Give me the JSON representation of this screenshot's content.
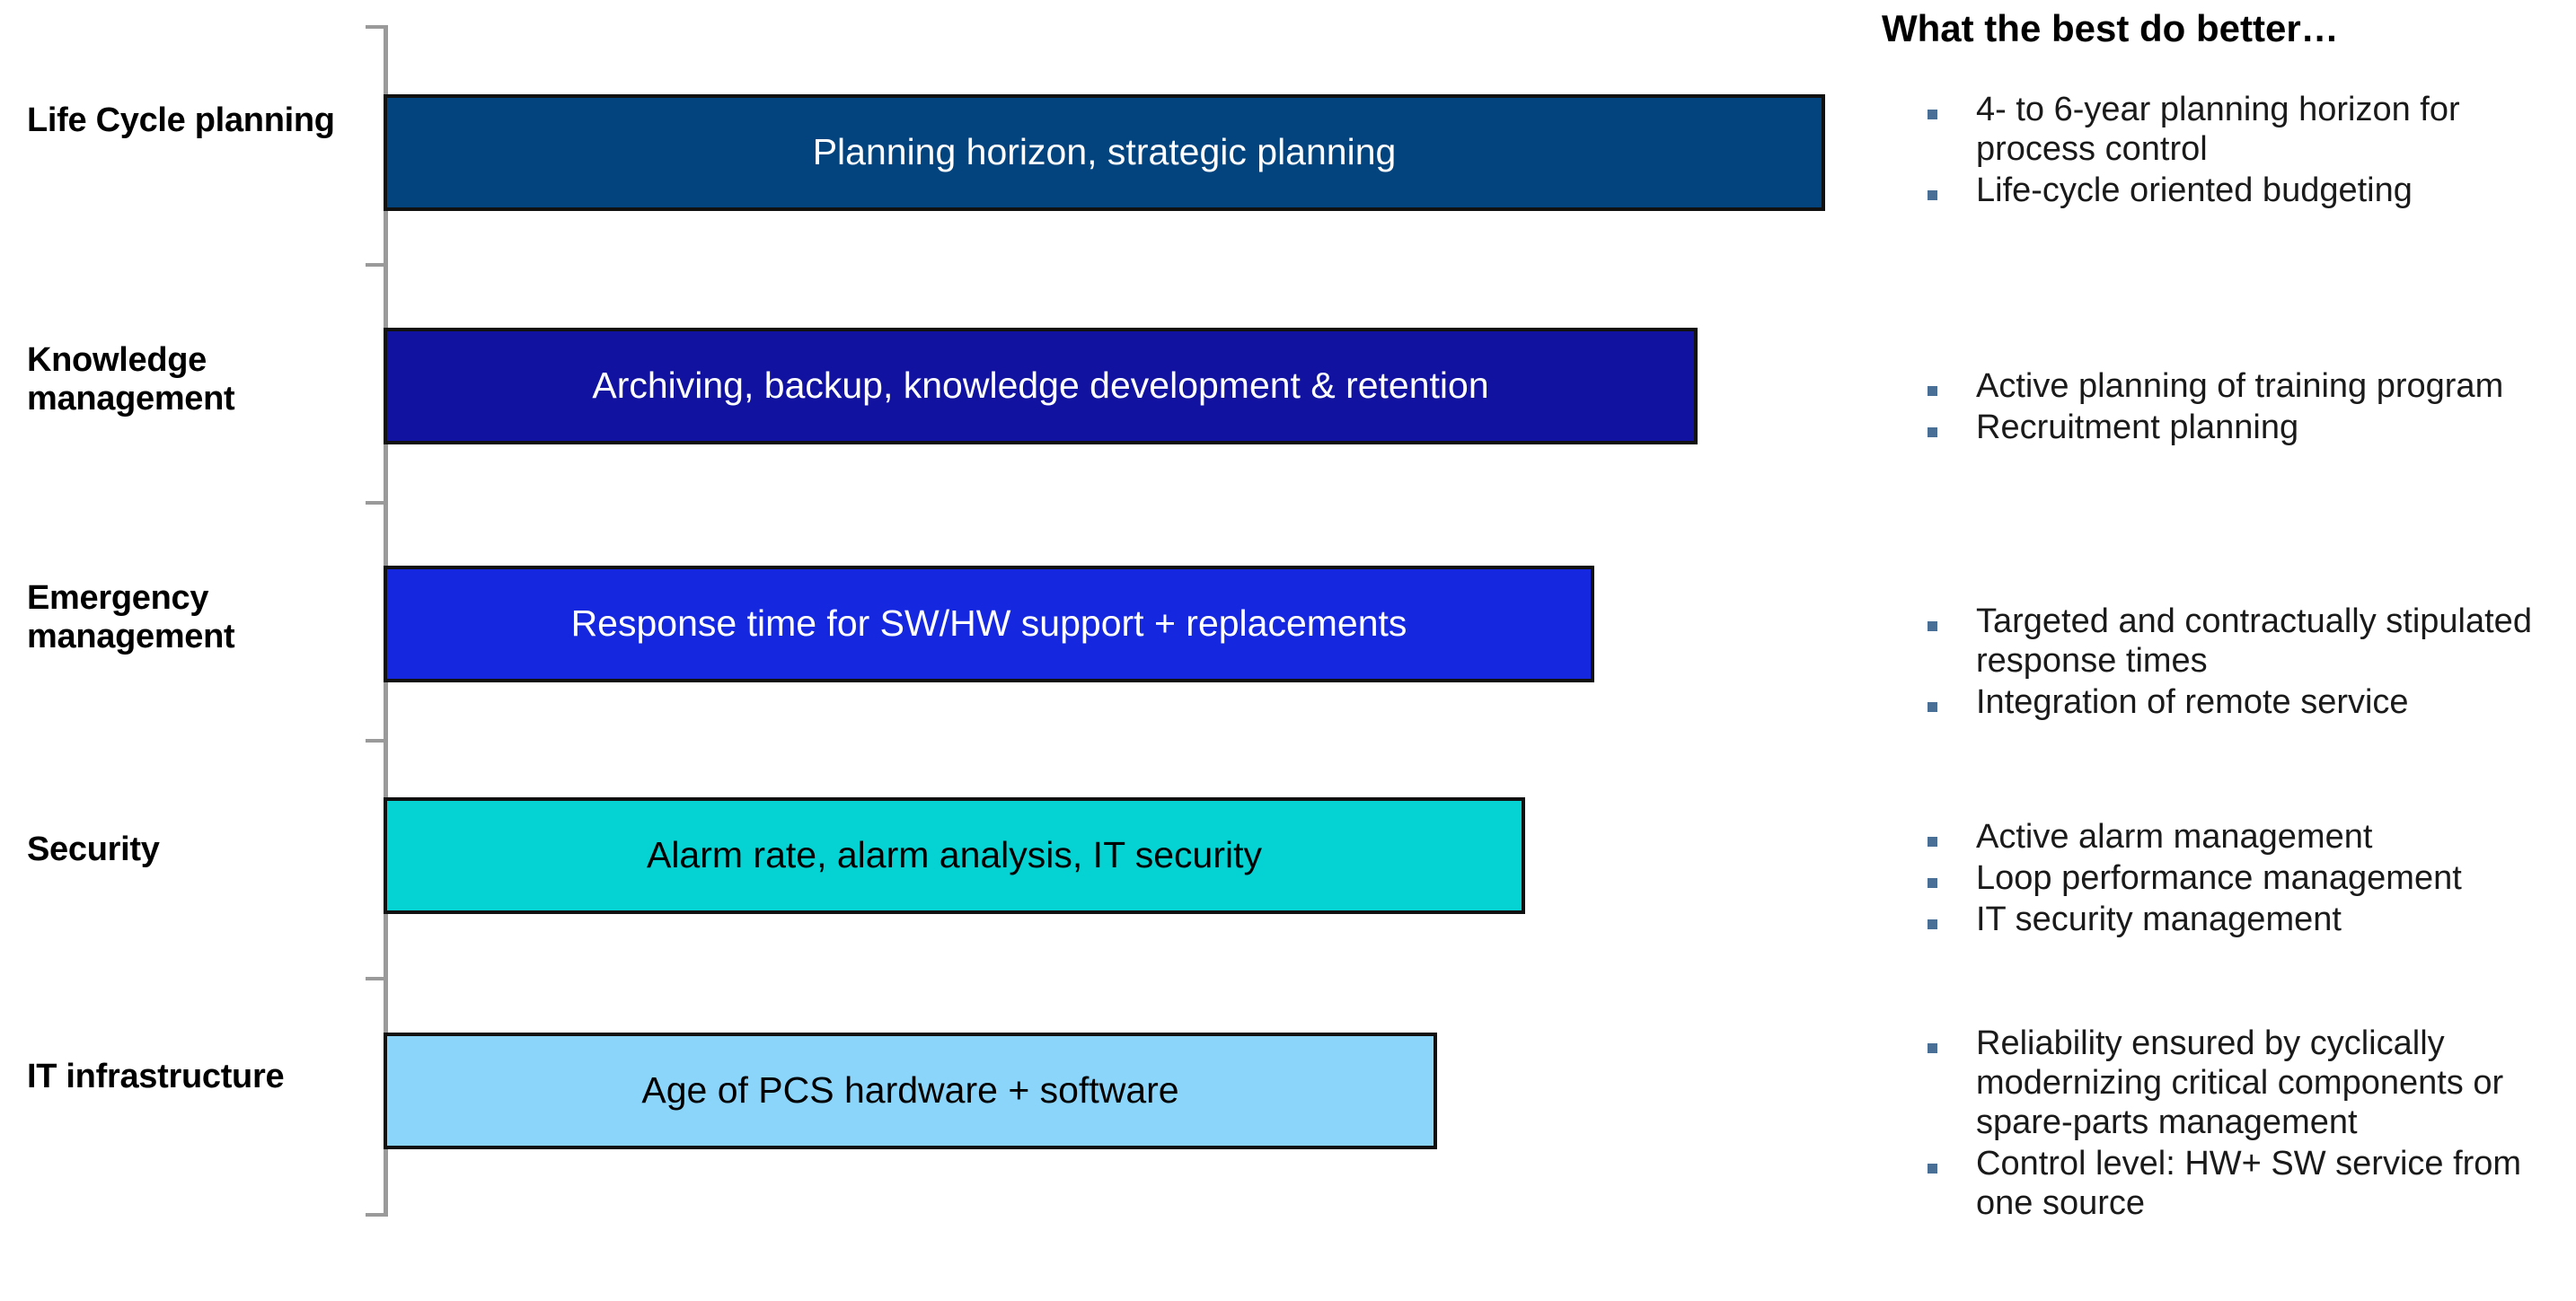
{
  "chart_data": {
    "type": "bar",
    "orientation": "horizontal",
    "title": "",
    "xlabel": "",
    "ylabel": "",
    "grid": false,
    "legend": null,
    "axis": {
      "category_axis": "vertical-left",
      "value_axis_labels_shown": false,
      "tick_count": 6
    },
    "categories": [
      "Life Cycle planning",
      "Knowledge management",
      "Emergency management",
      "Security",
      "IT infrastructure"
    ],
    "values": [
      100,
      91,
      78,
      72,
      61
    ],
    "value_unit": "relative bar length (%)",
    "bar_labels": [
      "Planning horizon, strategic planning",
      "Archiving, backup, knowledge development & retention",
      "Response time for SW/HW support + replacements",
      "Alarm rate, alarm analysis, IT security",
      "Age of PCS hardware + software"
    ],
    "bar_colors": [
      "#03447f",
      "#1112a0",
      "#1528e0",
      "#04d2d3",
      "#8bd5fb"
    ],
    "bar_label_colors": [
      "#ffffff",
      "#ffffff",
      "#ffffff",
      "#000000",
      "#000000"
    ],
    "bar_border_color": "#111111"
  },
  "chart": {
    "rows": [
      {
        "category": "Life Cycle planning",
        "bar_label": "Planning horizon, strategic planning",
        "value": 100
      },
      {
        "category": "Knowledge management",
        "bar_label": "Archiving, backup, knowledge development & retention",
        "value": 91
      },
      {
        "category": "Emergency management",
        "bar_label": "Response time for SW/HW support + replacements",
        "value": 78
      },
      {
        "category": "Security",
        "bar_label": "Alarm rate, alarm analysis, IT security",
        "value": 72
      },
      {
        "category": "IT infrastructure",
        "bar_label": "Age of PCS hardware + software",
        "value": 61
      }
    ]
  },
  "best_panel": {
    "title": "What the best do better…",
    "bullet_marker_color": "#4a6f96",
    "groups": [
      {
        "for_category": "Life Cycle planning",
        "items": [
          "4- to 6-year planning horizon for process control",
          "Life-cycle oriented budgeting"
        ]
      },
      {
        "for_category": "Knowledge management",
        "items": [
          "Active planning of training program",
          "Recruitment planning"
        ]
      },
      {
        "for_category": "Emergency management",
        "items": [
          "Targeted and contractually stipulated response times",
          "Integration of remote service"
        ]
      },
      {
        "for_category": "Security",
        "items": [
          "Active alarm management",
          "Loop performance management",
          "IT security management"
        ]
      },
      {
        "for_category": "IT infrastructure",
        "items": [
          "Reliability ensured by cyclically modernizing critical components or spare-parts management",
          "Control level: HW+ SW service from one source"
        ]
      }
    ]
  }
}
